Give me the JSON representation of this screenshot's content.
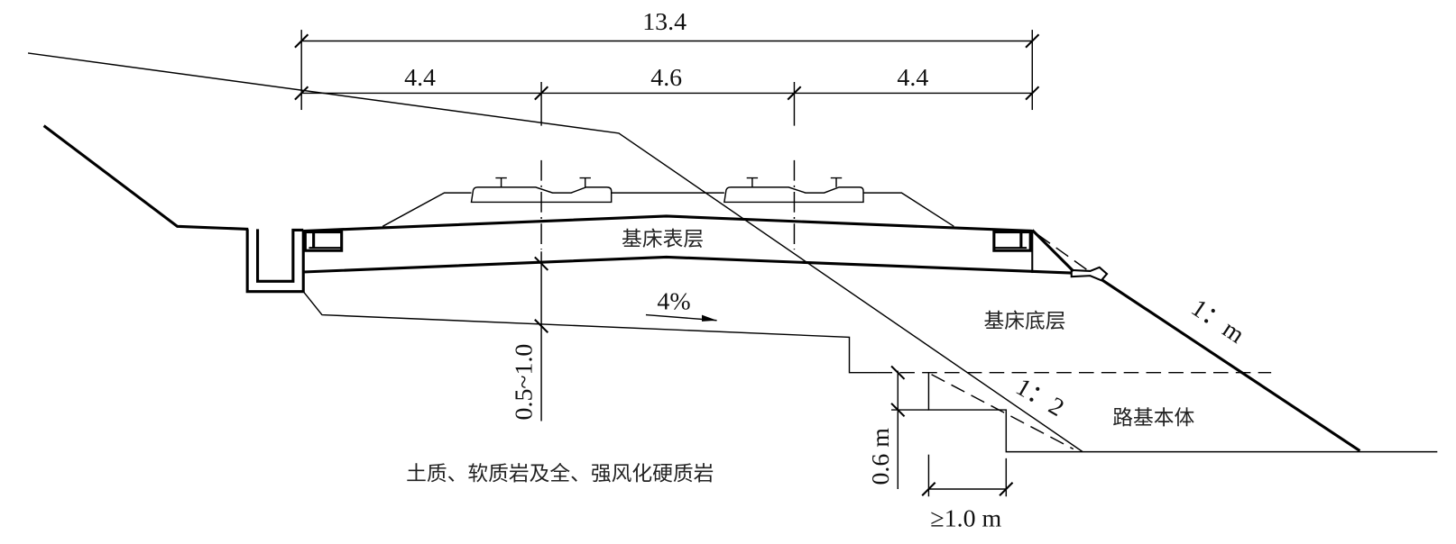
{
  "dimensions": {
    "total_width": "13.4",
    "left_width": "4.4",
    "track_spacing": "4.6",
    "right_width": "4.4",
    "bed_bottom_thickness": "0.5~1.0",
    "step_height": "0.6 m",
    "step_width": "≥1.0 m"
  },
  "labels": {
    "surface_layer": "基床表层",
    "bottom_layer": "基床底层",
    "subgrade_body": "路基本体",
    "cross_slope": "4%",
    "embankment_slope": "1：m",
    "step_slope": "1：2",
    "ground_type": "土质、软质岩及全、强风化硬质岩"
  }
}
